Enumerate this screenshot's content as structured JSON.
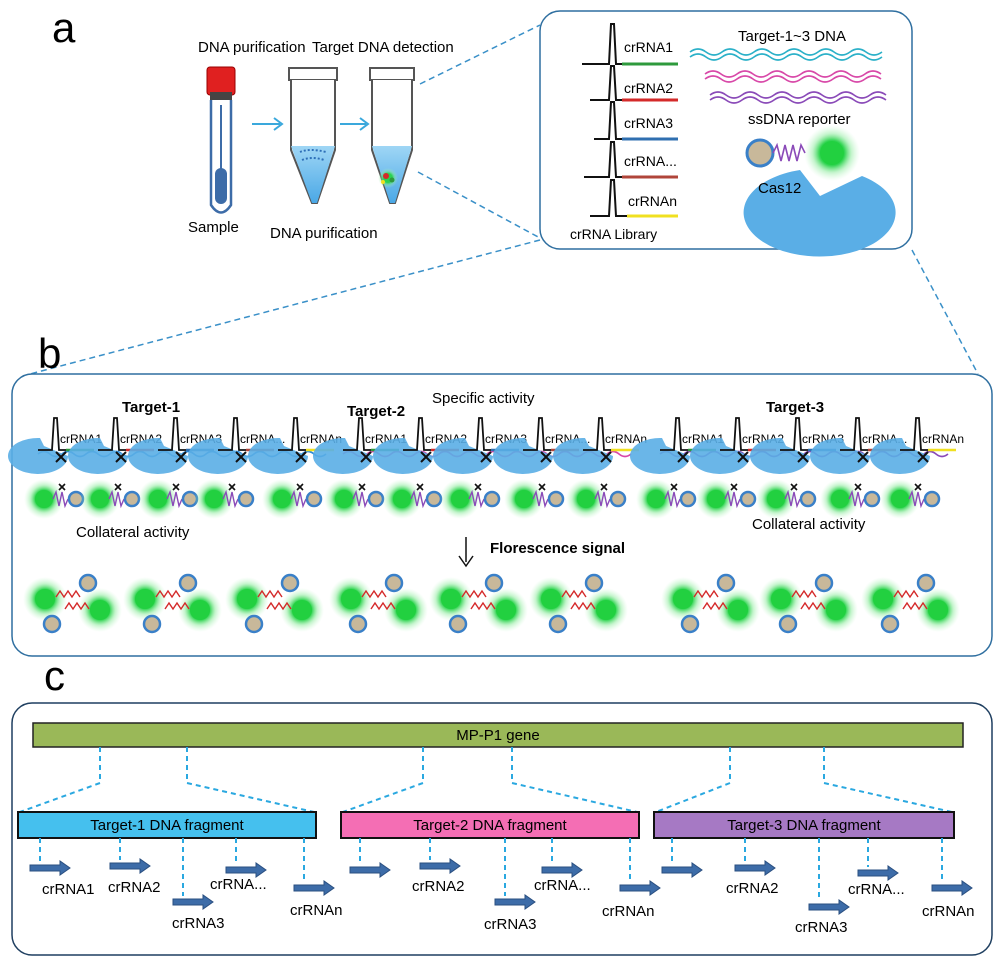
{
  "panels": {
    "a": "a",
    "b": "b",
    "c": "c"
  },
  "panel_a": {
    "title_purification": "DNA purification",
    "title_detection": "Target DNA detection",
    "sample_label": "Sample",
    "bottom_label": "DNA purification",
    "crrna_labels": [
      "crRNA1",
      "crRNA2",
      "crRNA3",
      "crRNA...",
      "crRNAn"
    ],
    "crrna_colors": [
      "#2e9a3c",
      "#d42a2a",
      "#2f6fb0",
      "#b0453a",
      "#f0e020"
    ],
    "library_label": "crRNA Library",
    "target_dna_label": "Target-1~3 DNA",
    "target_dna_colors": [
      "#2ab0c8",
      "#d848a8",
      "#8a4ab8"
    ],
    "reporter_label": "ssDNA reporter",
    "cas_label": "Cas12"
  },
  "panel_b": {
    "targets": [
      "Target-1",
      "Target-2",
      "Target-3"
    ],
    "target_colors": [
      "#2a88d8",
      "#d848a8",
      "#8a4ab8"
    ],
    "specific": "Specific activity",
    "collateral": "Collateral activity",
    "signal": "Florescence signal",
    "complex_labels": [
      "crRNA1",
      "crRNA2",
      "crRNA3",
      "crRNA...",
      "crRNAn"
    ]
  },
  "panel_c": {
    "gene_label": "MP-P1 gene",
    "gene_color": "#9ab858",
    "fragments": [
      {
        "label": "Target-1 DNA fragment",
        "color": "#45c0ee"
      },
      {
        "label": "Target-2 DNA fragment",
        "color": "#f46eb4"
      },
      {
        "label": "Target-3 DNA fragment",
        "color": "#a679c4"
      }
    ],
    "crrna_labels": [
      "crRNA1",
      "crRNA2",
      "crRNA3",
      "crRNA...",
      "crRNAn"
    ]
  },
  "colors": {
    "accent_blue": "#2a8fd0",
    "cas_blue": "#5aaee6",
    "green_glow": "#28d24a",
    "quencher": "#c8b89a",
    "arrow_blue": "#3d6ca8",
    "red_tube_cap": "#e02020"
  }
}
